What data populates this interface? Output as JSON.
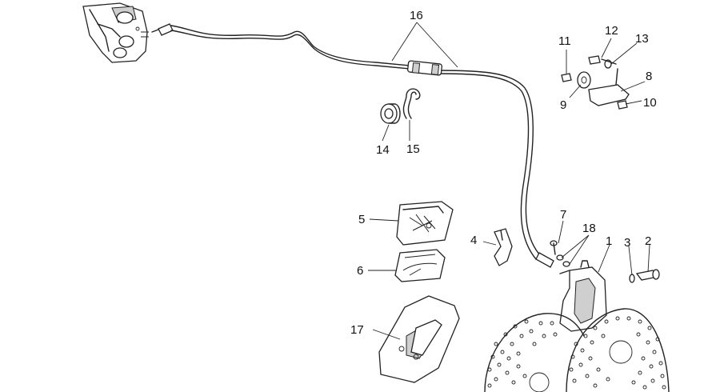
{
  "diagram": {
    "callouts": [
      "1",
      "2",
      "3",
      "4",
      "5",
      "6",
      "7",
      "8",
      "9",
      "10",
      "11",
      "12",
      "13",
      "14",
      "15",
      "16",
      "17",
      "18"
    ],
    "parts": [
      "master-cylinder",
      "brake-hose",
      "hose-union",
      "hose-clip",
      "grommet",
      "bracket-assembly",
      "caliper",
      "caliper-bolt",
      "washer",
      "bracket",
      "pad-kit",
      "seal-kit",
      "brake-pads",
      "brake-disc"
    ]
  }
}
